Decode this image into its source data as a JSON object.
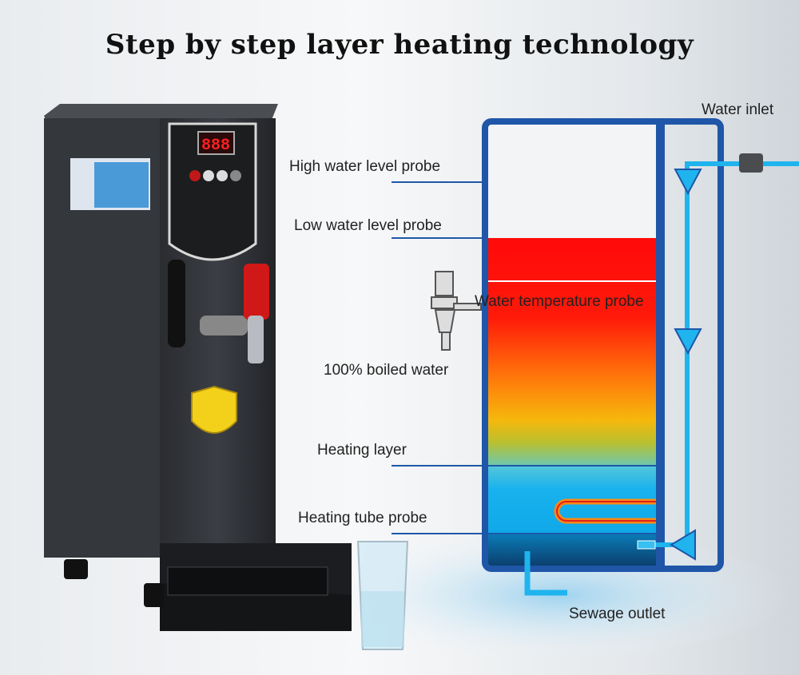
{
  "title": "Step by step layer heating technology",
  "labels": {
    "water_inlet": "Water inlet",
    "high_probe": "High water level probe",
    "low_probe": "Low water level probe",
    "temp_probe": "Water temperature probe",
    "boiled": "100% boiled water",
    "heating_layer": "Heating layer",
    "tube_probe": "Heating tube probe",
    "sewage": "Sewage outlet"
  },
  "display": {
    "value": "888"
  },
  "colors": {
    "tank": "#1f56a8",
    "pipe": "#1fb4ee",
    "hot": "#ff1010",
    "cold": "#1ab6ee"
  }
}
